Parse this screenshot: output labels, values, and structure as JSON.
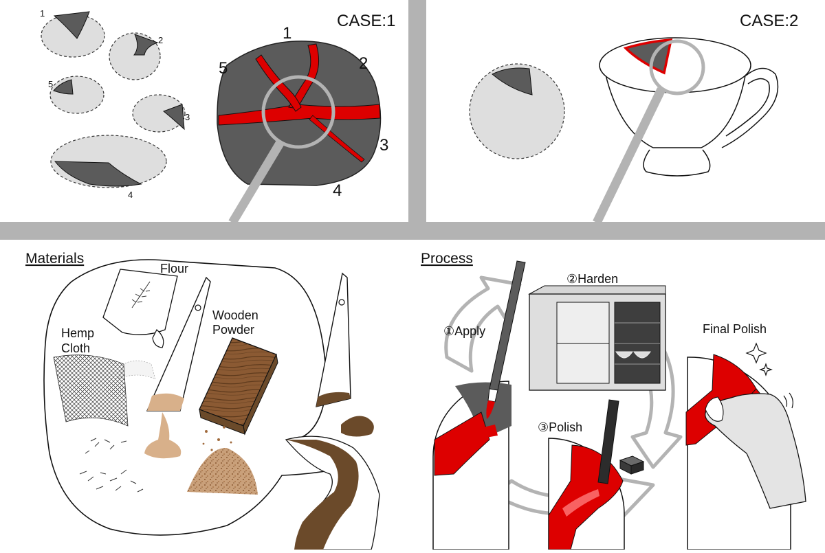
{
  "case1": {
    "title": "CASE:1",
    "big_labels": [
      "1",
      "2",
      "3",
      "4",
      "5"
    ],
    "piece_labels": [
      "1",
      "2",
      "5",
      "3",
      "4"
    ]
  },
  "case2": {
    "title": "CASE:2"
  },
  "materials": {
    "heading": "Materials",
    "flour": "Flour",
    "wooden_powder_line1": "Wooden",
    "wooden_powder_line2": "Powder",
    "hemp_line1": "Hemp",
    "hemp_line2": "Cloth"
  },
  "process": {
    "heading": "Process",
    "step1": "①Apply",
    "step2": "②Harden",
    "step3": "③Polish",
    "final": "Final Polish"
  },
  "colors": {
    "urushi_red": "#dd0000",
    "ceramic_dark": "#5b5b5b",
    "ceramic_light": "#dedede",
    "divider": "#b3b3b3",
    "wood_brown": "#6b4a2a",
    "flour_tan": "#d8b08a"
  }
}
